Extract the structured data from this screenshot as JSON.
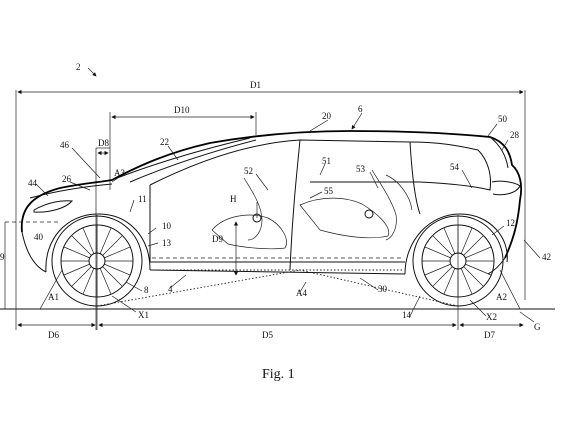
{
  "figure": {
    "caption": "Fig. 1",
    "reference_numerals": {
      "vehicle": "2",
      "roof": "20",
      "roof_top": "6",
      "rear_pillar": "50",
      "rear_glass": "28",
      "windscreen": "22",
      "pillar_a": "46",
      "bonnet": "26",
      "headlamp": "44",
      "front_bumper": "40",
      "front_arch": "11",
      "front_arch_lower": "10",
      "front_hub_ref": "13",
      "front_wheel": "8",
      "floor": "4",
      "front_seat": "52",
      "door_front": "51",
      "rear_seat_back": "53",
      "rear_door": "54",
      "rear_seat": "55",
      "rear_arch": "12",
      "rear_bumper": "42",
      "sill": "30",
      "rear_ground": "14"
    },
    "dimensions": {
      "d1": "D1",
      "d10": "D10",
      "d8": "D8",
      "d9": "D9",
      "d6": "D6",
      "d5": "D5",
      "d7": "D7",
      "h": "H",
      "a1": "A1",
      "a2": "A2",
      "a3": "A3",
      "a4": "A4",
      "x1": "X1",
      "x2": "X2",
      "g": "G",
      "left_edge": "9"
    }
  }
}
